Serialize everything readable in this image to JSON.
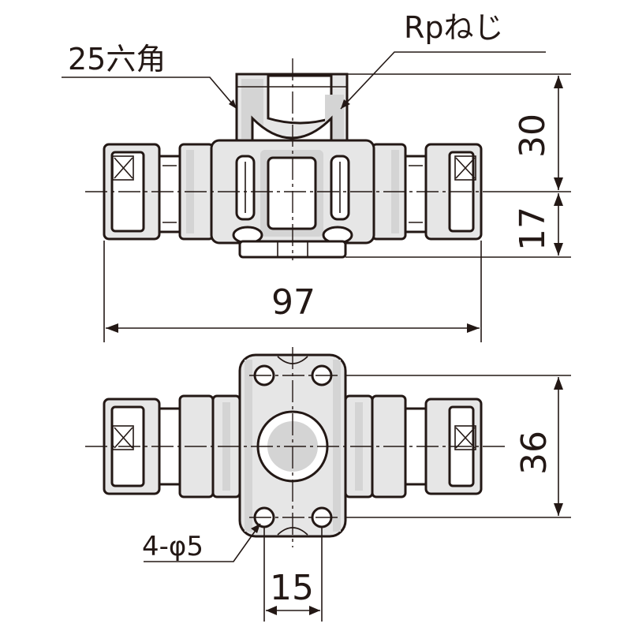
{
  "labels": {
    "hex": "25六角",
    "thread": "Rpねじ",
    "holes": "4-φ5"
  },
  "dimensions": {
    "total_width": "97",
    "top_height": "30",
    "bottom_height": "17",
    "flange_height": "36",
    "hole_pitch": "15"
  },
  "colors": {
    "line": "#231815",
    "fill": "#ffffff",
    "shade": "#d4d4d4"
  }
}
